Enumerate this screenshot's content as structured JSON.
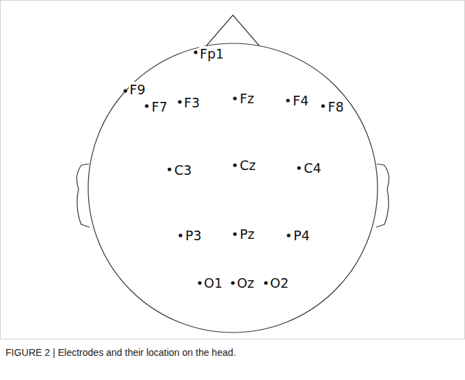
{
  "diagram": {
    "caption": "FIGURE 2 | Electrodes and their location on the head.",
    "labels": [
      "Fp1",
      "F9",
      "F7",
      "F3",
      "Fz",
      "F4",
      "F8",
      "C3",
      "Cz",
      "C4",
      "P3",
      "Pz",
      "P4",
      "O1",
      "Oz",
      "O2"
    ]
  }
}
